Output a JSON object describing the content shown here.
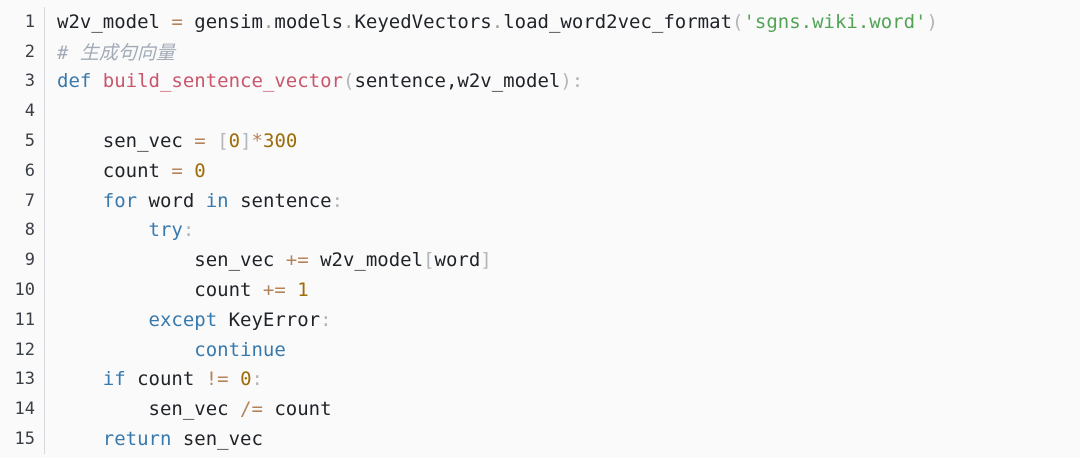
{
  "editor": {
    "type": "python-code-snippet",
    "background": "#fafafa",
    "gutter": {
      "separator_color": "#d6d8dc",
      "number_color": "#3a3f47"
    },
    "token_colors": {
      "plain": "#1f2328",
      "keyword": "#3879ad",
      "function": "#c9566b",
      "string": "#52a355",
      "number": "#9e6c09",
      "operator": "#b5835a",
      "dot": "#a5a097",
      "bracket": "#b2b6bb",
      "comment": "#a3abb8"
    },
    "lines": [
      {
        "number": "1",
        "tokens": [
          [
            "plain",
            "w2v_model "
          ],
          [
            "operator",
            "="
          ],
          [
            "plain",
            " gensim"
          ],
          [
            "dot",
            "."
          ],
          [
            "plain",
            "models"
          ],
          [
            "dot",
            "."
          ],
          [
            "plain",
            "KeyedVectors"
          ],
          [
            "dot",
            "."
          ],
          [
            "plain",
            "load_word2vec_format"
          ],
          [
            "bracket",
            "("
          ],
          [
            "string",
            "'sgns.wiki.word'"
          ],
          [
            "bracket",
            ")"
          ]
        ]
      },
      {
        "number": "2",
        "tokens": [
          [
            "comment",
            "# 生成句向量"
          ]
        ]
      },
      {
        "number": "3",
        "tokens": [
          [
            "keyword",
            "def "
          ],
          [
            "function",
            "build_sentence_vector"
          ],
          [
            "bracket",
            "("
          ],
          [
            "plain",
            "sentence,w2v_model"
          ],
          [
            "bracket",
            "):"
          ]
        ]
      },
      {
        "number": "4",
        "tokens": []
      },
      {
        "number": "5",
        "tokens": [
          [
            "plain",
            "    sen_vec "
          ],
          [
            "operator",
            "="
          ],
          [
            "plain",
            " "
          ],
          [
            "bracket",
            "["
          ],
          [
            "number",
            "0"
          ],
          [
            "bracket",
            "]"
          ],
          [
            "operator",
            "*"
          ],
          [
            "number",
            "300"
          ]
        ]
      },
      {
        "number": "6",
        "tokens": [
          [
            "plain",
            "    count "
          ],
          [
            "operator",
            "="
          ],
          [
            "plain",
            " "
          ],
          [
            "number",
            "0"
          ]
        ]
      },
      {
        "number": "7",
        "tokens": [
          [
            "plain",
            "    "
          ],
          [
            "keyword",
            "for"
          ],
          [
            "plain",
            " word "
          ],
          [
            "keyword",
            "in"
          ],
          [
            "plain",
            " sentence"
          ],
          [
            "bracket",
            ":"
          ]
        ]
      },
      {
        "number": "8",
        "tokens": [
          [
            "plain",
            "        "
          ],
          [
            "keyword",
            "try"
          ],
          [
            "bracket",
            ":"
          ]
        ]
      },
      {
        "number": "9",
        "tokens": [
          [
            "plain",
            "            sen_vec "
          ],
          [
            "operator",
            "+="
          ],
          [
            "plain",
            " w2v_model"
          ],
          [
            "bracket",
            "["
          ],
          [
            "plain",
            "word"
          ],
          [
            "bracket",
            "]"
          ]
        ]
      },
      {
        "number": "10",
        "tokens": [
          [
            "plain",
            "            count "
          ],
          [
            "operator",
            "+="
          ],
          [
            "plain",
            " "
          ],
          [
            "number",
            "1"
          ]
        ]
      },
      {
        "number": "11",
        "tokens": [
          [
            "plain",
            "        "
          ],
          [
            "keyword",
            "except"
          ],
          [
            "plain",
            " KeyError"
          ],
          [
            "bracket",
            ":"
          ]
        ]
      },
      {
        "number": "12",
        "tokens": [
          [
            "plain",
            "            "
          ],
          [
            "keyword",
            "continue"
          ]
        ]
      },
      {
        "number": "13",
        "tokens": [
          [
            "plain",
            "    "
          ],
          [
            "keyword",
            "if"
          ],
          [
            "plain",
            " count "
          ],
          [
            "operator",
            "!="
          ],
          [
            "plain",
            " "
          ],
          [
            "number",
            "0"
          ],
          [
            "bracket",
            ":"
          ]
        ]
      },
      {
        "number": "14",
        "tokens": [
          [
            "plain",
            "        sen_vec "
          ],
          [
            "operator",
            "/="
          ],
          [
            "plain",
            " count"
          ]
        ]
      },
      {
        "number": "15",
        "tokens": [
          [
            "plain",
            "    "
          ],
          [
            "keyword",
            "return"
          ],
          [
            "plain",
            " sen_vec"
          ]
        ]
      }
    ]
  }
}
